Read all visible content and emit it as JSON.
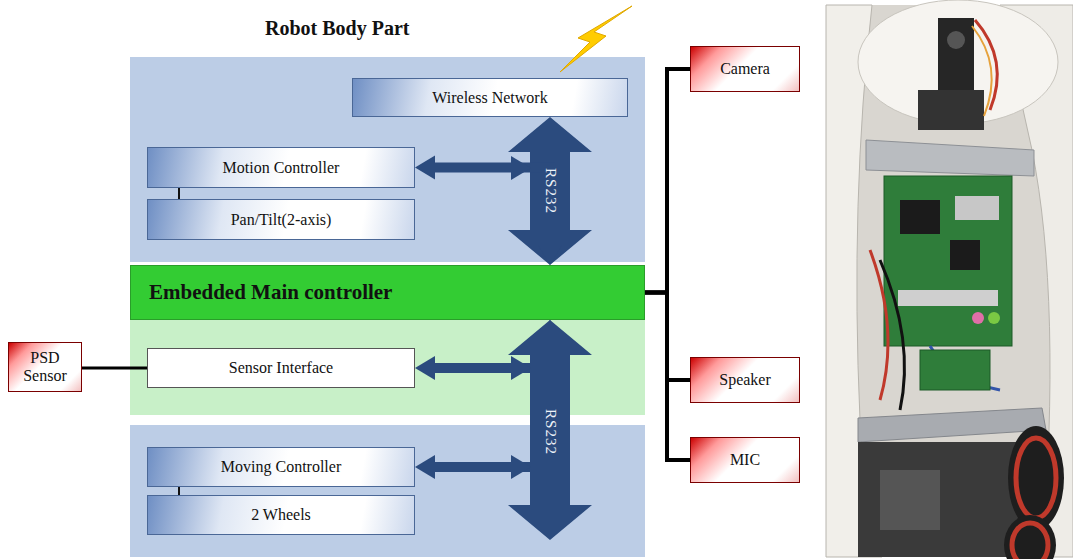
{
  "diagram": {
    "title": "Robot Body Part",
    "nodes": [
      {
        "text": [
          "Wireless Network"
        ]
      },
      {
        "text": [
          "Motion Controller"
        ]
      },
      {
        "text": [
          "Pan/Tilt(2-axis)"
        ]
      },
      {
        "text": [
          "Embedded Main controller"
        ]
      },
      {
        "text": [
          "PSD Sensor"
        ]
      },
      {
        "text": [
          "Sensor Interface"
        ]
      },
      {
        "text": [
          "Moving Controller"
        ]
      },
      {
        "text": [
          "2 Wheels"
        ]
      },
      {
        "text": [
          "Camera"
        ]
      },
      {
        "text": [
          "Speaker"
        ]
      },
      {
        "text": [
          "MIC"
        ]
      }
    ],
    "edges": [
      {
        "from": 0,
        "to": 3,
        "arrow": "both",
        "label": "RS232"
      },
      {
        "from": 1,
        "to": 2,
        "arrow": "none"
      },
      {
        "from": 1,
        "to": 3,
        "arrow": "both"
      },
      {
        "from": 4,
        "to": 5,
        "arrow": "none"
      },
      {
        "from": 5,
        "to": 3,
        "arrow": "both"
      },
      {
        "from": 6,
        "to": 7,
        "arrow": "none"
      },
      {
        "from": 6,
        "to": 3,
        "arrow": "both"
      },
      {
        "from": 3,
        "to": 8,
        "arrow": "none"
      },
      {
        "from": 3,
        "to": 9,
        "arrow": "none"
      },
      {
        "from": 3,
        "to": 10,
        "arrow": "none"
      }
    ],
    "labels": [
      "RS232"
    ]
  }
}
